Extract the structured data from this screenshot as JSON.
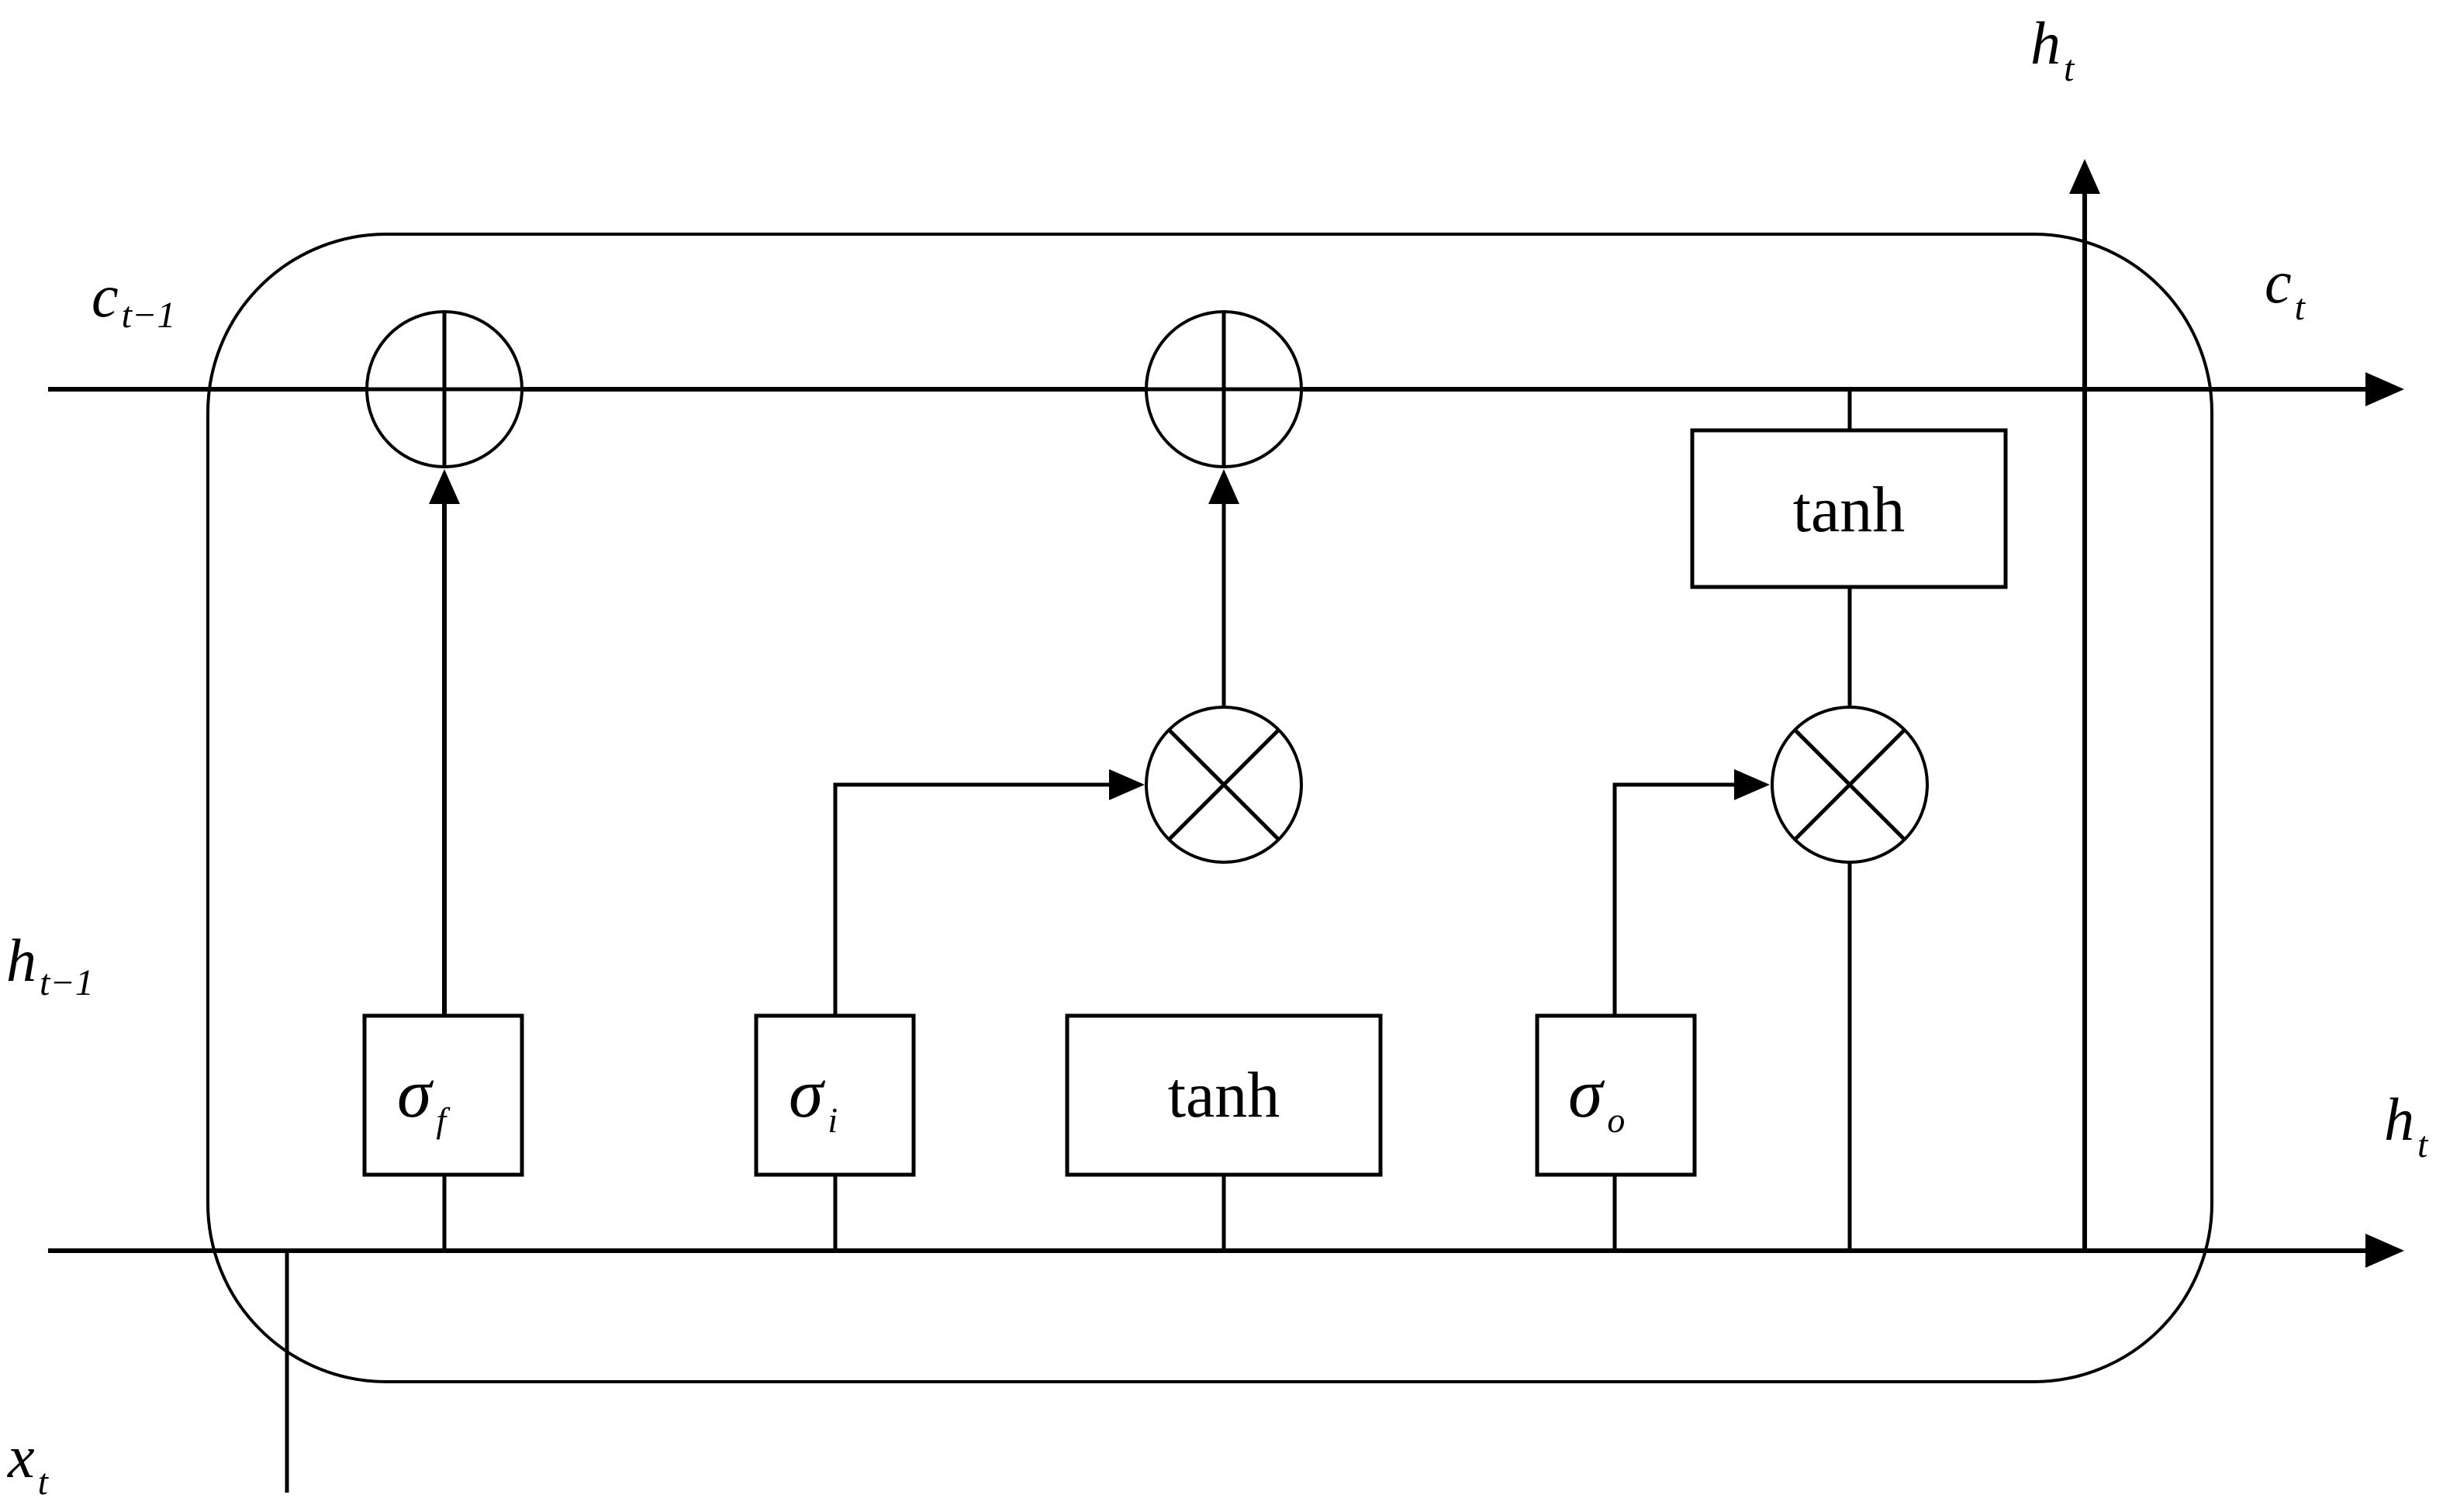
{
  "labels": {
    "c_prev": {
      "main": "c",
      "sub": "t−1"
    },
    "c_next": {
      "main": "c",
      "sub": "t"
    },
    "h_prev": {
      "main": "h",
      "sub": "t−1"
    },
    "h_top": {
      "main": "h",
      "sub": "t"
    },
    "h_right": {
      "main": "h",
      "sub": "t"
    },
    "x_in": {
      "main": "x",
      "sub": "t"
    }
  },
  "gates": {
    "forget": {
      "main": "σ",
      "sub": "f"
    },
    "input": {
      "main": "σ",
      "sub": "i"
    },
    "candidate": {
      "text": "tanh"
    },
    "output": {
      "main": "σ",
      "sub": "o"
    },
    "cell_tanh": {
      "text": "tanh"
    }
  },
  "colors": {
    "stroke": "#000000",
    "background": "#ffffff"
  }
}
